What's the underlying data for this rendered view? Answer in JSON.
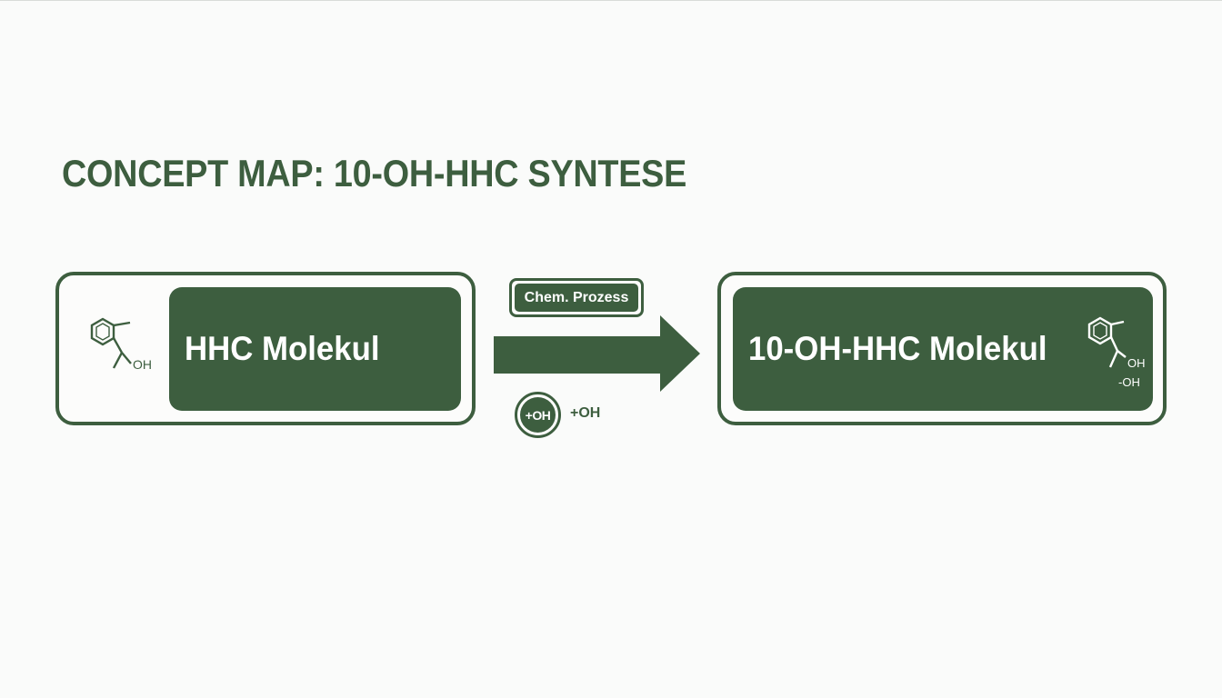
{
  "title": "CONCEPT MAP: 10-OH-HHC SYNTESE",
  "source_node": {
    "label": "HHC Molekul",
    "mol_labels": [
      "OH"
    ]
  },
  "process": {
    "label": "Chem. Prozess",
    "badge": "+OH",
    "note": "+OH"
  },
  "target_node": {
    "label": "10-OH-HHC Molekul",
    "mol_labels": [
      "OH",
      "-OH"
    ]
  },
  "colors": {
    "primary": "#3d5e3f",
    "background": "#fafbfa",
    "text_on_primary": "#ffffff"
  },
  "icons": [
    "molecule-structure-icon",
    "arrow-right-icon"
  ]
}
